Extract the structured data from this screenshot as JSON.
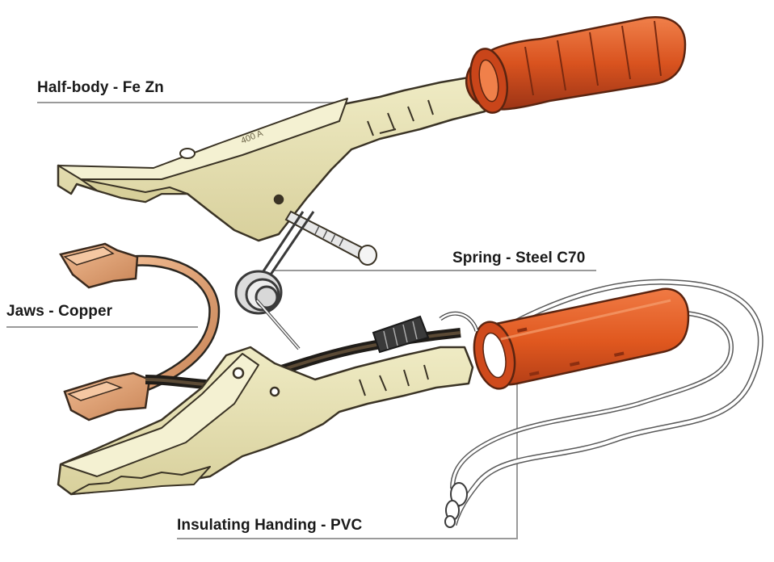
{
  "labels": {
    "half_body": "Half-body - Fe Zn",
    "spring": "Spring - Steel C70",
    "jaws": "Jaws - Copper",
    "insulating": "Insulating Handing - PVC"
  },
  "engraving": "400 A",
  "colors": {
    "body": "#e9e4b4",
    "body_shade": "#cfc894",
    "outline": "#3a3325",
    "handle": "#d9531f",
    "handle_dark": "#a8391a",
    "copper": "#e3a57a",
    "copper_dark": "#b7764e",
    "cable": "#2a2620",
    "leader_line": "#9a9a9a"
  }
}
